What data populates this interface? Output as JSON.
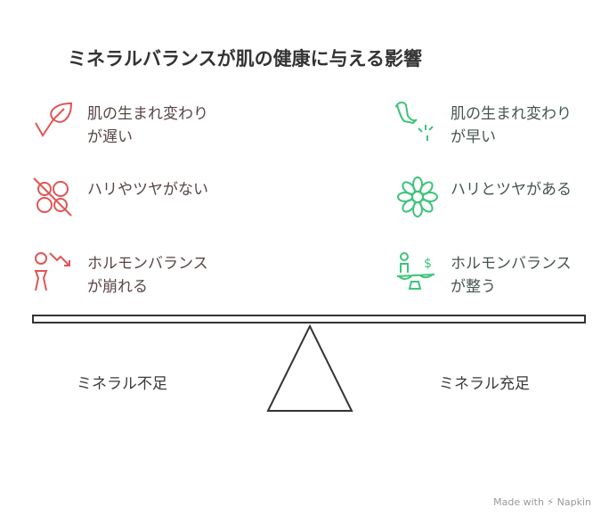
{
  "title": "ミネラルバランスが肌の健康に与える影響",
  "left": {
    "items": [
      "肌の生まれ変わりが遅い",
      "ハリやツヤがない",
      "ホルモンバランスが崩れる"
    ],
    "label": "ミネラル不足",
    "color": "#e05555"
  },
  "right": {
    "items": [
      "肌の生まれ変わりが早い",
      "ハリとツヤがある",
      "ホルモンバランスが整う"
    ],
    "label": "ミネラル充足",
    "color": "#3cc47a"
  },
  "footer": "Made with ⚡ Napkin"
}
